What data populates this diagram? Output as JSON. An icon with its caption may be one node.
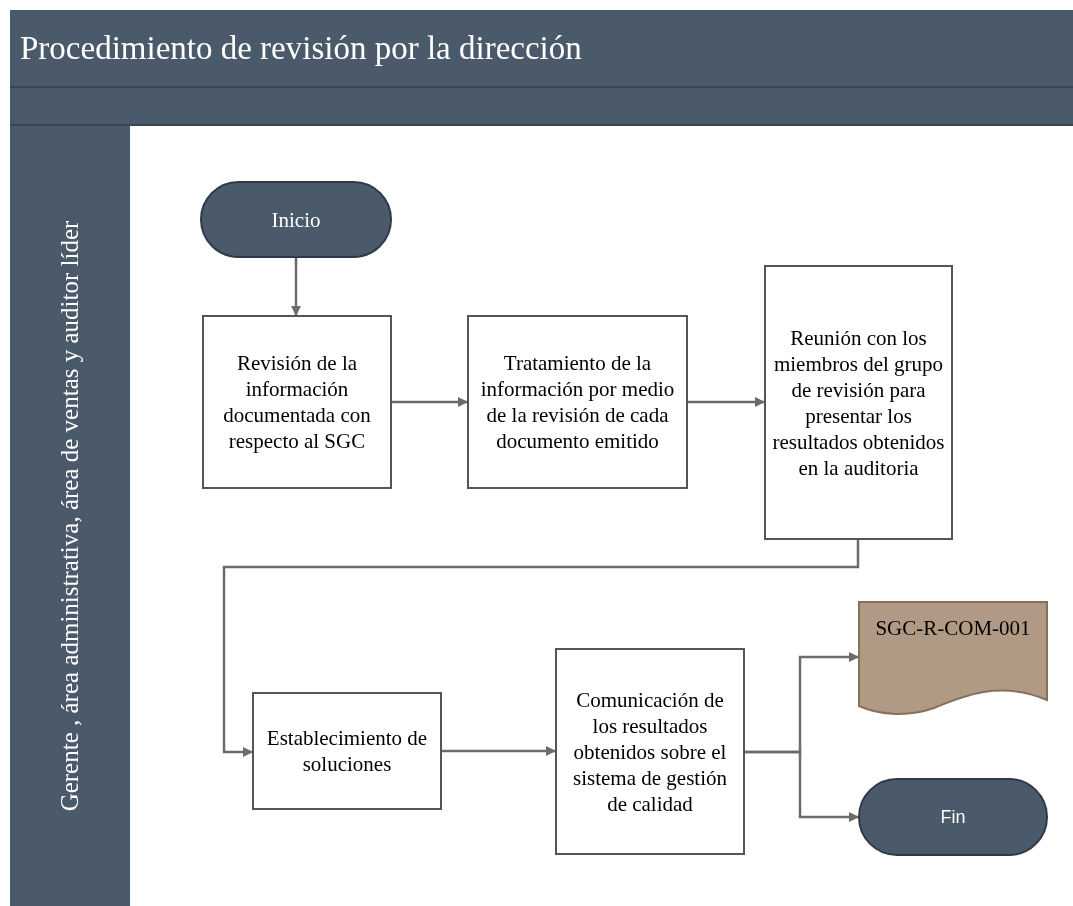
{
  "diagram": {
    "title": "Procedimiento de revisión por la dirección",
    "nodes": [
      {
        "text": [
          "Gerente , área administrativa, área de ventas y auditor líder"
        ]
      },
      {
        "text": [
          "Inicio"
        ]
      },
      {
        "text": [
          "Revisión de la información documentada con respecto al SGC"
        ]
      },
      {
        "text": [
          "Tratamiento de la información por medio de la revisión de cada documento emitido"
        ]
      },
      {
        "text": [
          "Reunión con los miembros del grupo de revisión para presentar  los resultados obtenidos en la auditoria"
        ]
      },
      {
        "text": [
          "Establecimiento de soluciones"
        ]
      },
      {
        "text": [
          "Comunicación de los resultados obtenidos sobre el sistema de gestión de calidad"
        ]
      },
      {
        "text": [
          "SGC-R-COM-001"
        ]
      },
      {
        "text": [
          "Fin"
        ]
      }
    ],
    "edges": [
      {
        "from": 1,
        "to": 2,
        "arrow": "to"
      },
      {
        "from": 2,
        "to": 3,
        "arrow": "to"
      },
      {
        "from": 3,
        "to": 4,
        "arrow": "to"
      },
      {
        "from": 4,
        "to": 5,
        "arrow": "to"
      },
      {
        "from": 5,
        "to": 6,
        "arrow": "to"
      },
      {
        "from": 6,
        "to": 7,
        "arrow": "to"
      },
      {
        "from": 6,
        "to": 8,
        "arrow": "to"
      }
    ]
  }
}
